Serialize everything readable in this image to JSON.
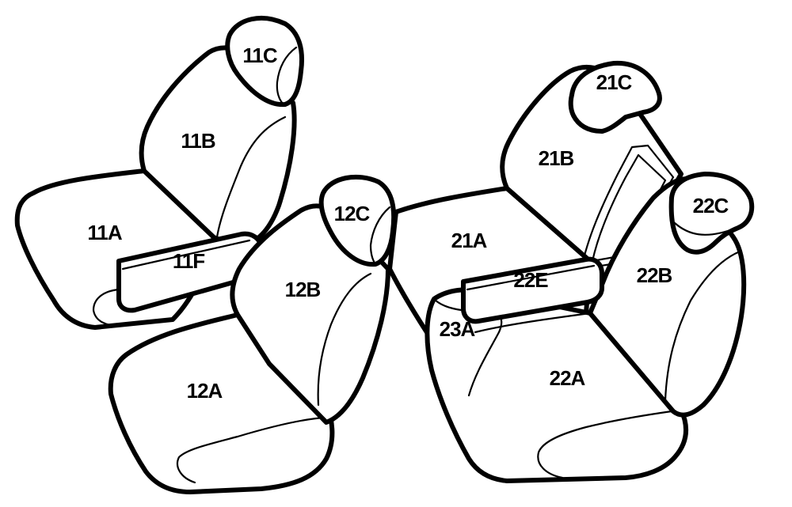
{
  "labels": {
    "p11A": "11A",
    "p11B": "11B",
    "p11C": "11C",
    "p11F": "11F",
    "p12A": "12A",
    "p12B": "12B",
    "p12C": "12C",
    "p21A": "21A",
    "p21B": "21B",
    "p21C": "21C",
    "p22A": "22A",
    "p22B": "22B",
    "p22C": "22C",
    "p22E": "22E",
    "p23A": "23A"
  }
}
